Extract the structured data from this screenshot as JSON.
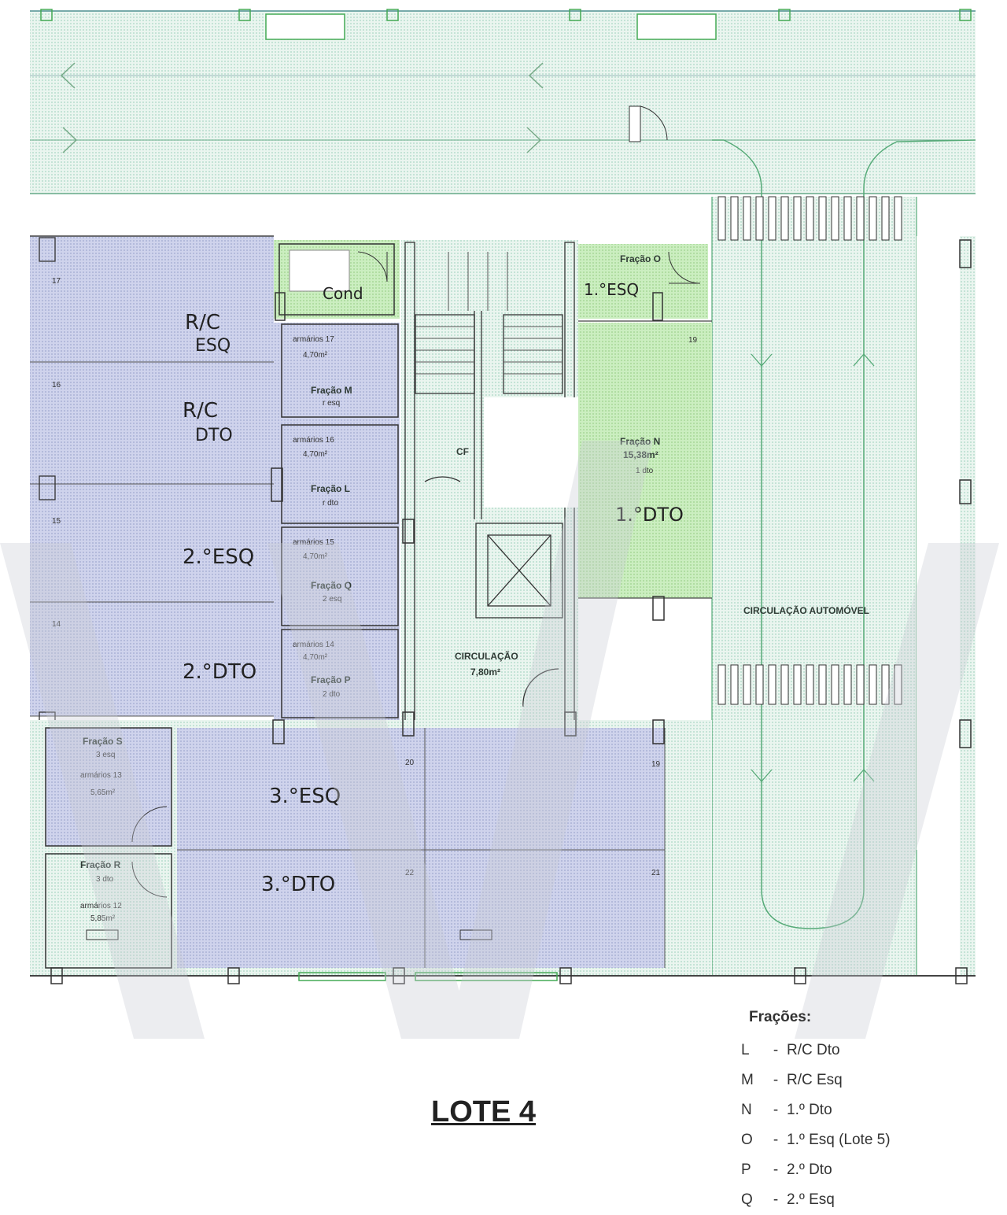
{
  "plan": {
    "handwritten": {
      "rc_esq": [
        "R/C",
        "ESQ"
      ],
      "rc_dto": [
        "R/C",
        "DTO"
      ],
      "esq_2": "2.°ESQ",
      "dto_2": "2.°DTO",
      "esq_3": "3.°ESQ",
      "dto_3": "3.°DTO",
      "esq_1": "1.°ESQ",
      "dto_1": "1.°DTO",
      "cond": "Cond"
    },
    "labels": {
      "fracao_m": "Fração M",
      "fracao_m_sub": "r esq",
      "fracao_l": "Fração L",
      "fracao_l_sub": "r dto",
      "fracao_q": "Fração Q",
      "fracao_q_sub": "2 esq",
      "fracao_p": "Fração P",
      "fracao_p_sub": "2 dto",
      "fracao_n": "Fração N",
      "fracao_n_area": "15,38m²",
      "fracao_n_sub": "1 dto",
      "fracao_o": "Fração O",
      "fracao_s": "Fração S",
      "fracao_s_sub": "3 esq",
      "fracao_r": "Fração R",
      "fracao_r_sub": "3 dto",
      "arm_17": "armários 17",
      "arm_17_area": "4,70m²",
      "arm_16": "armários 16",
      "arm_16_area": "4,70m²",
      "arm_15": "armários 15",
      "arm_15_area": "4,70m²",
      "arm_14": "armários 14",
      "arm_14_area": "4,70m²",
      "arm_13": "armários 13",
      "arm_13_area": "5,65m²",
      "arm_12": "armários 12",
      "arm_12_area": "5,85m²",
      "circulacao": "CIRCULAÇÃO",
      "circulacao_area": "7,80m²",
      "cf": "CF",
      "circ_auto": "CIRCULAÇÃO AUTOMÓVEL",
      "n17": "17",
      "n16": "16",
      "n15": "15",
      "n14": "14",
      "n19a": "19",
      "n19b": "19",
      "n20": "20",
      "n21": "21",
      "n22": "22"
    }
  },
  "title": "LOTE 4",
  "legend": {
    "title": "Frações:",
    "items": [
      {
        "letter": "L",
        "value": "R/C Dto"
      },
      {
        "letter": "M",
        "value": "R/C Esq"
      },
      {
        "letter": "N",
        "value": "1.º Dto"
      },
      {
        "letter": "O",
        "value": "1.º Esq (Lote 5)"
      },
      {
        "letter": "P",
        "value": "2.º Dto"
      },
      {
        "letter": "Q",
        "value": "2.º Esq"
      }
    ]
  },
  "colors": {
    "hatch": "#cfe9df",
    "green_fill": "#cdeec4",
    "purple_fill": "#c9cde8",
    "wall": "#3c4a44",
    "watermark": "#e6e8ee"
  }
}
